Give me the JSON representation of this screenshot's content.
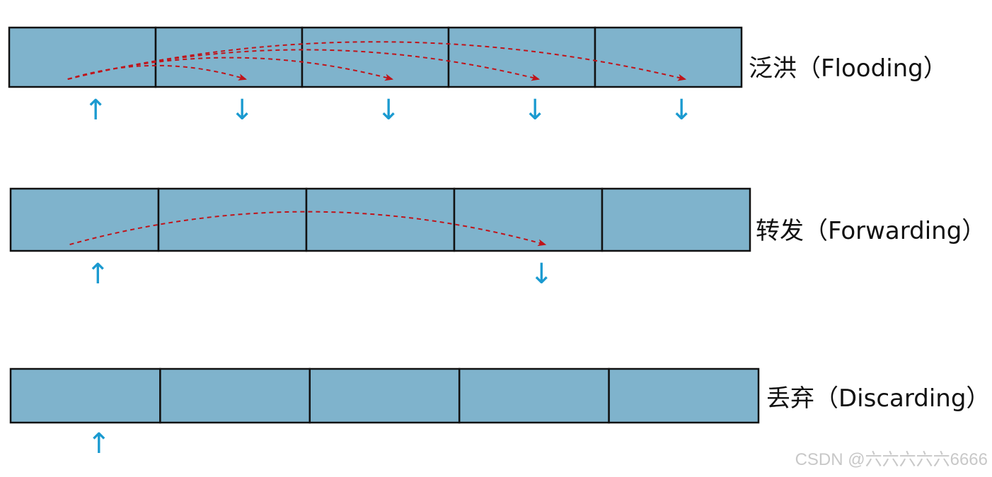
{
  "rows": [
    {
      "label": "泛洪（Flooding）",
      "in_port": 1,
      "out_ports": [
        2,
        3,
        4,
        5
      ]
    },
    {
      "label": "转发（Forwarding）",
      "in_port": 1,
      "out_ports": [
        4
      ]
    },
    {
      "label": "丢弃（Discarding）",
      "in_port": 1,
      "out_ports": []
    }
  ],
  "ports_per_row": 5,
  "in_arrow_glyph": "↑",
  "out_arrow_glyph": "↓",
  "watermark": "CSDN @六六六六六6666",
  "colors": {
    "cell_fill": "#7fb3cc",
    "cell_border": "#111111",
    "port_arrow": "#1a9ad0",
    "forward_path": "#c0141a"
  }
}
